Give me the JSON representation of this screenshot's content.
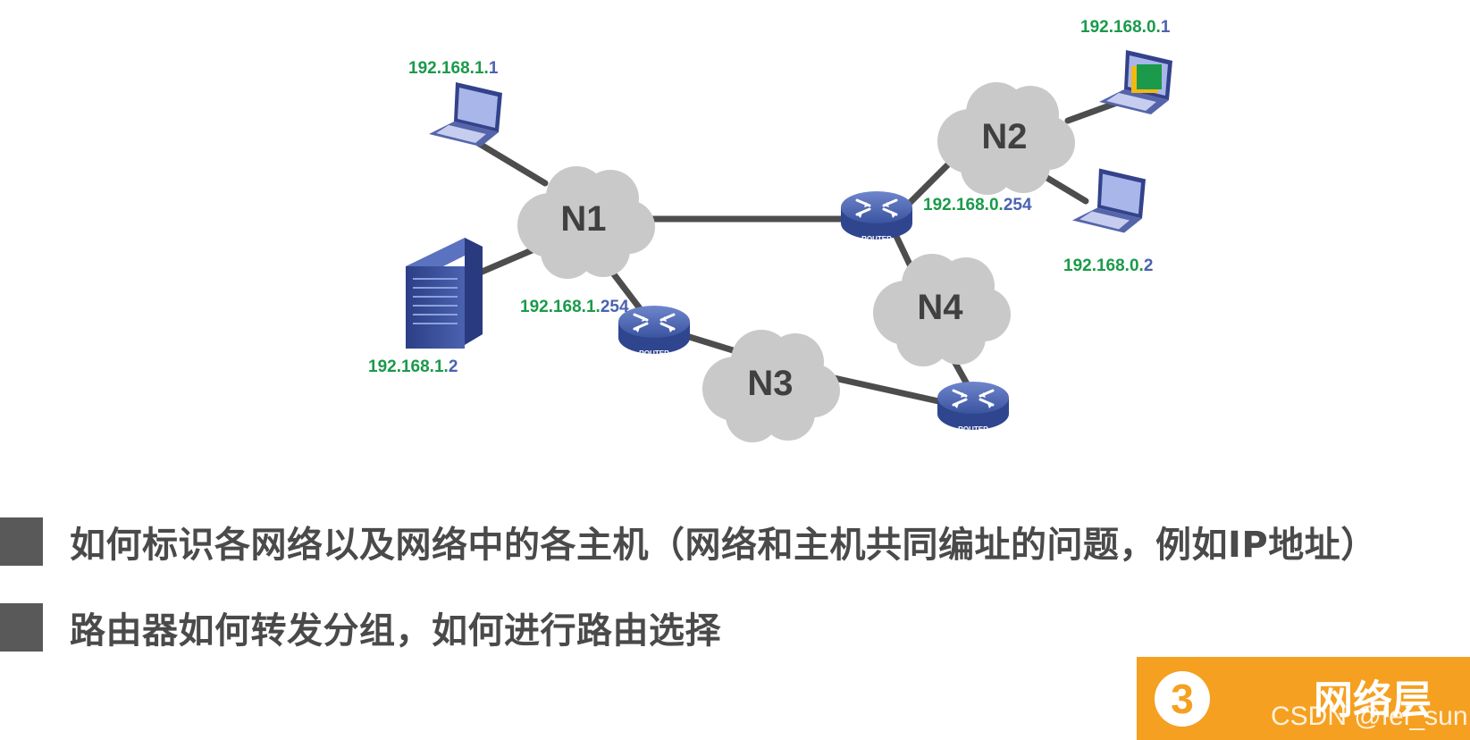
{
  "diagram": {
    "networks": [
      {
        "id": "n1",
        "label": "N1"
      },
      {
        "id": "n2",
        "label": "N2"
      },
      {
        "id": "n3",
        "label": "N3"
      },
      {
        "id": "n4",
        "label": "N4"
      }
    ],
    "router_label": "ROUTER",
    "addresses": {
      "host_n1_laptop": {
        "net": "192.168.1.",
        "host": "1"
      },
      "host_n1_server": {
        "net": "192.168.1.",
        "host": "2"
      },
      "router_n1": {
        "net": "192.168.1.",
        "host": "254"
      },
      "host_n2_laptop_a": {
        "net": "192.168.0.",
        "host": "1"
      },
      "host_n2_laptop_b": {
        "net": "192.168.0.",
        "host": "2"
      },
      "router_n2": {
        "net": "192.168.0.",
        "host": "254"
      }
    },
    "colors": {
      "network_part": "#1a9a4a",
      "host_part": "#4a62b0",
      "link": "#4d4d4d",
      "cloud": "#c9c9c9",
      "router": "#3f5aa6"
    }
  },
  "bullets": [
    "如何标识各网络以及网络中的各主机（网络和主机共同编址的问题，例如IP地址）",
    "路由器如何转发分组，如何进行路由选择"
  ],
  "section_badge": {
    "number": "3",
    "title": "网络层",
    "color": "#f5a020"
  },
  "watermark": "CSDN @fei_sun"
}
